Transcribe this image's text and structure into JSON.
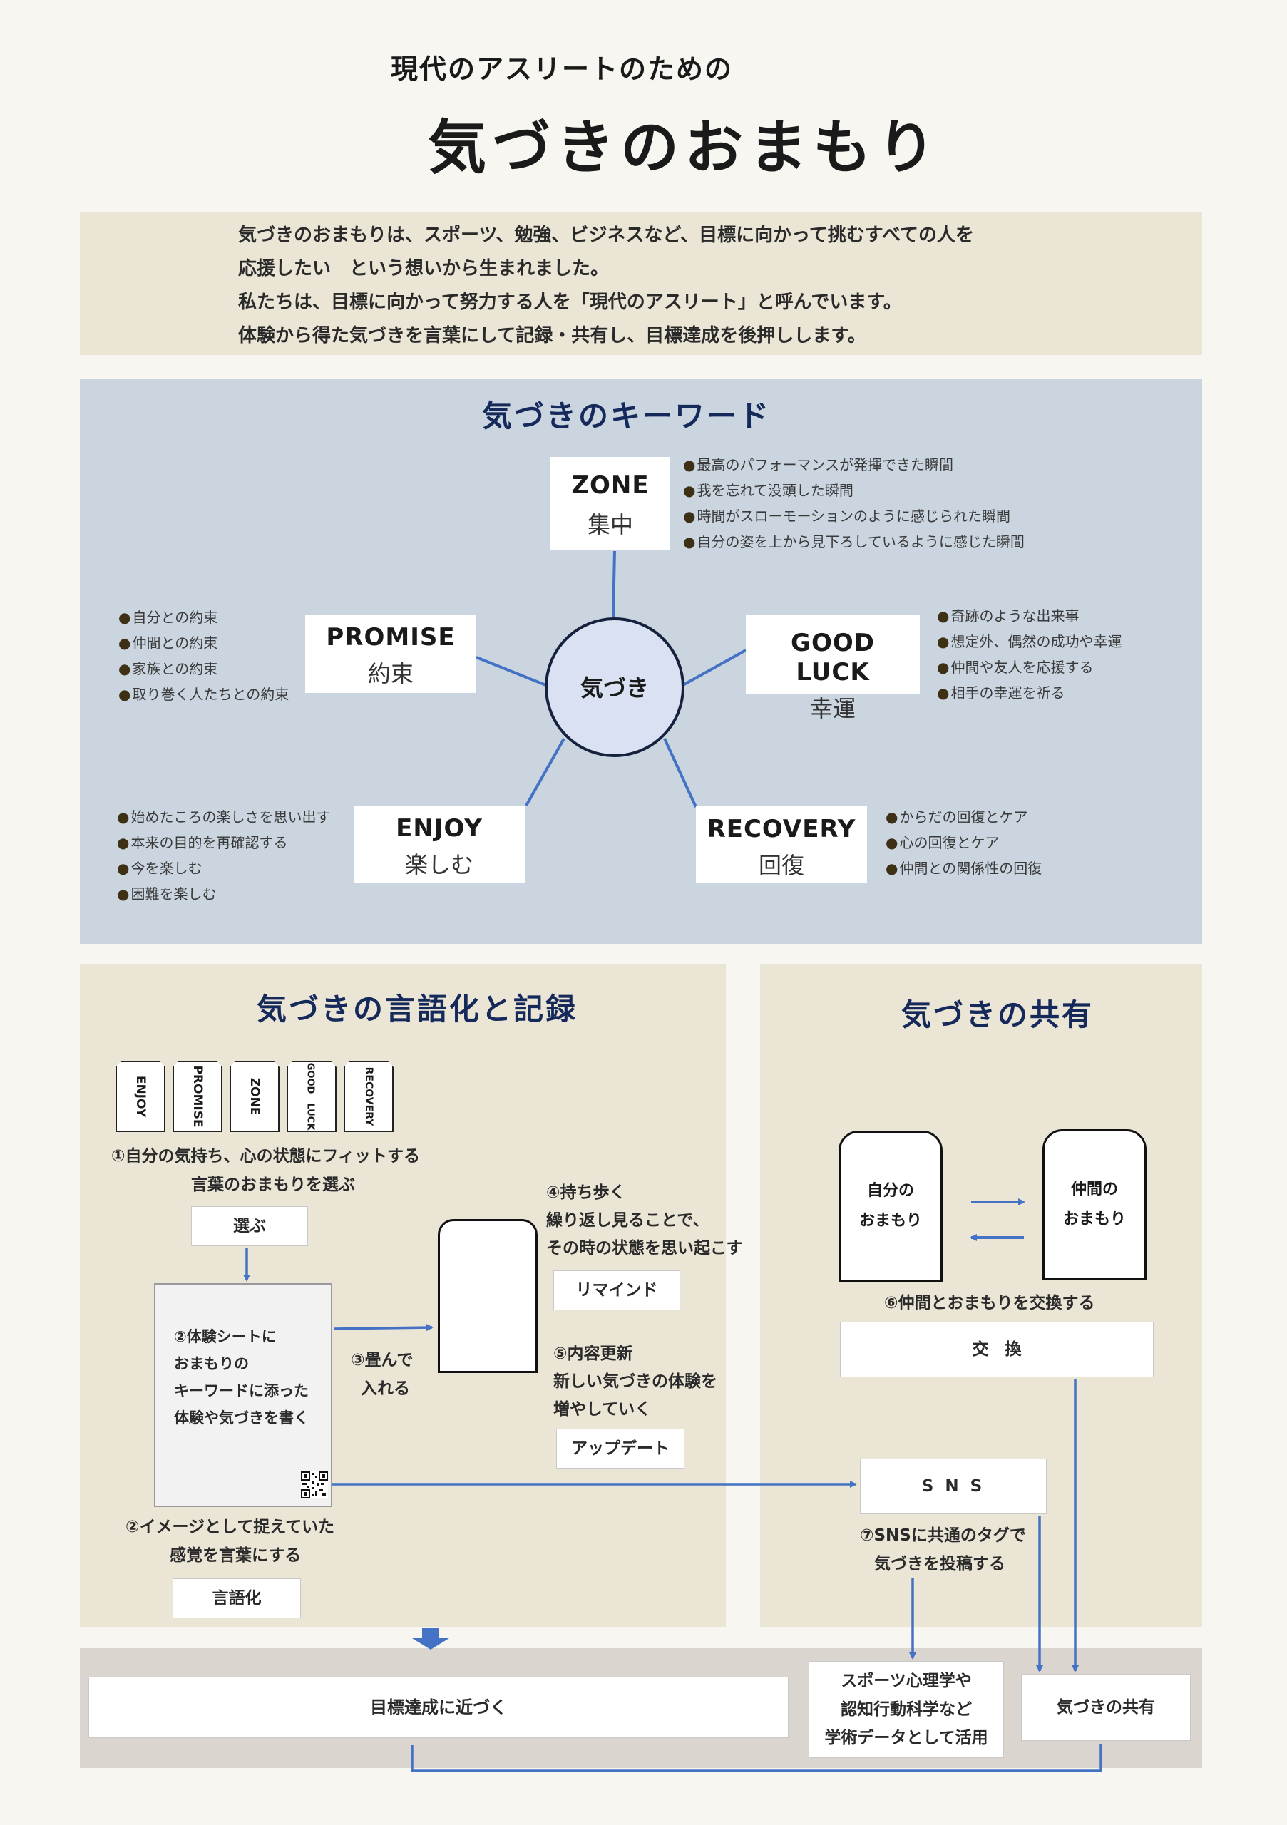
{
  "header": {
    "subtitle": "現代のアスリートのための",
    "title": "気づきのおまもり"
  },
  "intro": {
    "lines": [
      "気づきのおまもりは、スポーツ、勉強、ビジネスなど、目標に向かって挑むすべての人を",
      "応援したい　という想いから生まれました。",
      "私たちは、目標に向かって努力する人を「現代のアスリート」と呼んでいます。",
      "体験から得た気づきを言葉にして記録・共有し、目標達成を後押しします。"
    ]
  },
  "keywords": {
    "heading": "気づきのキーワード",
    "center": "気づき",
    "zone": {
      "en": "ZONE",
      "jp": "集中",
      "bullets": [
        "最高のパフォーマンスが発揮できた瞬間",
        "我を忘れて没頭した瞬間",
        "時間がスローモーションのように感じられた瞬間",
        "自分の姿を上から見下ろしているように感じた瞬間"
      ]
    },
    "promise": {
      "en": "PROMISE",
      "jp": "約束",
      "bullets": [
        "自分との約束",
        "仲間との約束",
        "家族との約束",
        "取り巻く人たちとの約束"
      ]
    },
    "goodluck": {
      "en": "GOOD　LUCK",
      "jp": "幸運",
      "bullets": [
        "奇跡のような出来事",
        "想定外、偶然の成功や幸運",
        "仲間や友人を応援する",
        "相手の幸運を祈る"
      ]
    },
    "enjoy": {
      "en": "ENJOY",
      "jp": "楽しむ",
      "bullets": [
        "始めたころの楽しさを思い出す",
        "本来の目的を再確認する",
        "今を楽しむ",
        "困難を楽しむ"
      ]
    },
    "recovery": {
      "en": "RECOVERY",
      "jp": "回復",
      "bullets": [
        "からだの回復とケア",
        "心の回復とケア",
        "仲間との関係性の回復"
      ]
    }
  },
  "record": {
    "heading": "気づきの言語化と記録",
    "tags": [
      "ENJOY",
      "PROMISE",
      "ZONE",
      "GOOD　LUCK",
      "RECOVERY"
    ],
    "step1": [
      "①自分の気持ち、心の状態にフィットする",
      "言葉のおまもりを選ぶ"
    ],
    "select_label": "選ぶ",
    "sheet_text": [
      "②体験シートに",
      "おまもりの",
      "キーワードに添った",
      "体験や気づきを書く"
    ],
    "step3": [
      "③畳んで",
      "入れる"
    ],
    "step4": [
      "④持ち歩く",
      "繰り返し見ることで、",
      "その時の状態を思い起こす"
    ],
    "remind_label": "リマインド",
    "step5": [
      "⑤内容更新",
      "新しい気づきの体験を",
      "増やしていく"
    ],
    "update_label": "アップデート",
    "step2b": [
      "②イメージとして捉えていた",
      "感覚を言葉にする"
    ],
    "verbalize_label": "言語化"
  },
  "share": {
    "heading": "気づきの共有",
    "mine": [
      "自分の",
      "おまもり"
    ],
    "theirs": [
      "仲間の",
      "おまもり"
    ],
    "step6": "⑥仲間とおまもりを交換する",
    "exchange_label": "交　換",
    "sns_label": "S N S",
    "step7": [
      "⑦SNSに共通のタグで",
      "気づきを投稿する"
    ]
  },
  "footer": {
    "goal": "目標達成に近づく",
    "academic": [
      "スポーツ心理学や",
      "認知行動科学など",
      "学術データとして活用"
    ],
    "sharing": "気づきの共有"
  },
  "colors": {
    "navy": "#15295a",
    "arrow": "#4472c4",
    "beige": "#ebe5d6",
    "blue_panel": "#cad5e0",
    "footer_panel": "#dbd5d0"
  }
}
